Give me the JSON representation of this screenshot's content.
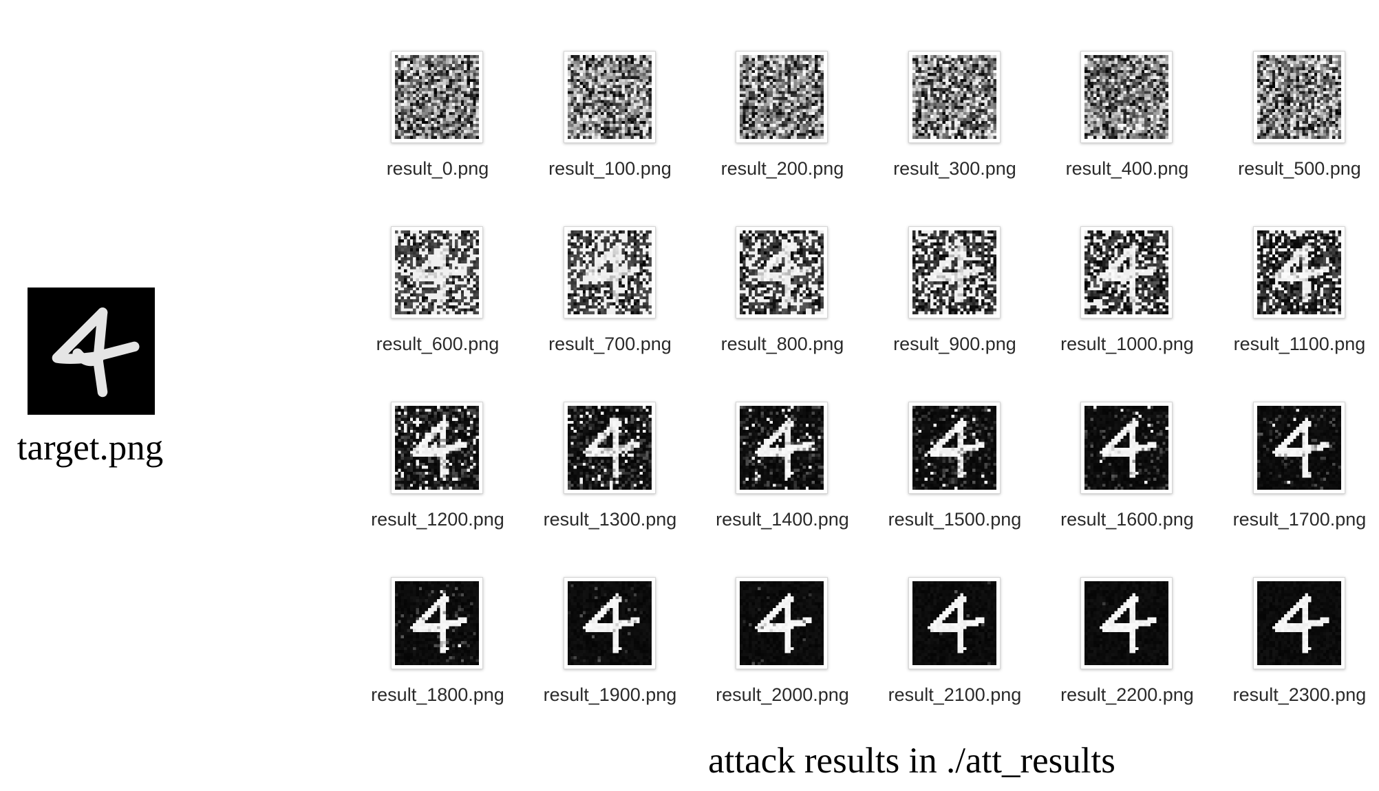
{
  "target": {
    "label": "target.png",
    "icon": "digit-four-image"
  },
  "results": {
    "files": [
      {
        "label": "result_0.png",
        "noise": 1.0
      },
      {
        "label": "result_100.png",
        "noise": 1.0
      },
      {
        "label": "result_200.png",
        "noise": 1.0
      },
      {
        "label": "result_300.png",
        "noise": 1.0
      },
      {
        "label": "result_400.png",
        "noise": 1.0
      },
      {
        "label": "result_500.png",
        "noise": 1.0
      },
      {
        "label": "result_600.png",
        "noise": 0.92
      },
      {
        "label": "result_700.png",
        "noise": 0.88
      },
      {
        "label": "result_800.png",
        "noise": 0.84
      },
      {
        "label": "result_900.png",
        "noise": 0.8
      },
      {
        "label": "result_1000.png",
        "noise": 0.74
      },
      {
        "label": "result_1100.png",
        "noise": 0.68
      },
      {
        "label": "result_1200.png",
        "noise": 0.45
      },
      {
        "label": "result_1300.png",
        "noise": 0.4
      },
      {
        "label": "result_1400.png",
        "noise": 0.33
      },
      {
        "label": "result_1500.png",
        "noise": 0.25
      },
      {
        "label": "result_1600.png",
        "noise": 0.18
      },
      {
        "label": "result_1700.png",
        "noise": 0.14
      },
      {
        "label": "result_1800.png",
        "noise": 0.09
      },
      {
        "label": "result_1900.png",
        "noise": 0.04
      },
      {
        "label": "result_2000.png",
        "noise": 0.03
      },
      {
        "label": "result_2100.png",
        "noise": 0.01
      },
      {
        "label": "result_2200.png",
        "noise": 0.005
      },
      {
        "label": "result_2300.png",
        "noise": 0.0
      }
    ]
  },
  "caption": "attack results in ./att_results"
}
